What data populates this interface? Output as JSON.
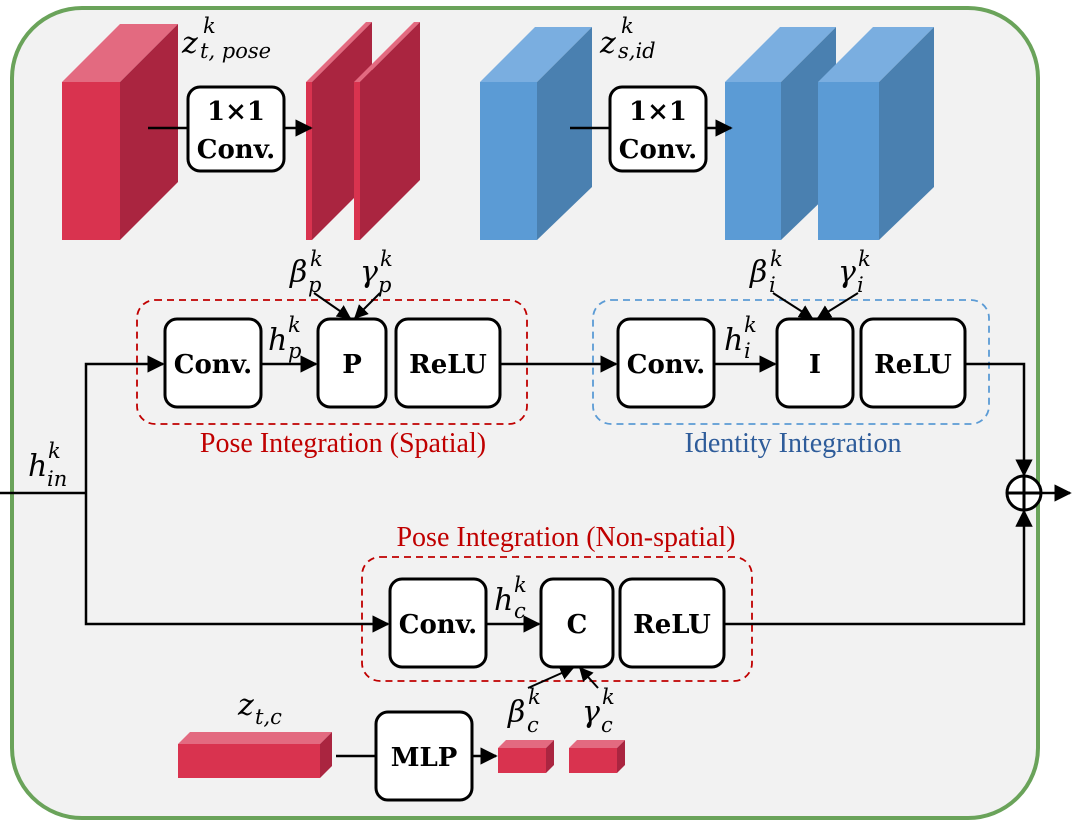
{
  "colors": {
    "outer_border": "#6aa35a",
    "panel_bg": "#f2f2f2",
    "pose_red": "#d9334f",
    "pose_red_dark": "#aa2540",
    "pose_red_light": "#e36a80",
    "identity_blue": "#5b9bd5",
    "identity_blue_dark": "#4a80b0",
    "identity_blue_light": "#7aaee0",
    "pose_group_text": "#c00000",
    "identity_group_text": "#2e5c9a"
  },
  "tensors": {
    "pose": {
      "symbol": "z",
      "sup": "k",
      "sub": "t, pose"
    },
    "identity": {
      "symbol": "z",
      "sup": "k",
      "sub": "s,id"
    },
    "class": {
      "symbol": "z",
      "sub": "t,c"
    }
  },
  "blocks": {
    "pose_1x1_conv": [
      "1×1",
      "Conv."
    ],
    "id_1x1_conv": [
      "1×1",
      "Conv."
    ],
    "pose_conv": "Conv.",
    "pose_p": "P",
    "pose_relu": "ReLU",
    "id_conv": "Conv.",
    "id_i": "I",
    "id_relu": "ReLU",
    "ns_conv": "Conv.",
    "ns_c": "C",
    "ns_relu": "ReLU",
    "mlp": "MLP"
  },
  "params": {
    "beta_p": {
      "symbol": "β",
      "sup": "k",
      "sub": "p"
    },
    "gamma_p": {
      "symbol": "γ",
      "sup": "k",
      "sub": "p"
    },
    "beta_i": {
      "symbol": "β",
      "sup": "k",
      "sub": "i"
    },
    "gamma_i": {
      "symbol": "γ",
      "sup": "k",
      "sub": "i"
    },
    "beta_c": {
      "symbol": "β",
      "sup": "k",
      "sub": "c"
    },
    "gamma_c": {
      "symbol": "γ",
      "sup": "k",
      "sub": "c"
    }
  },
  "features": {
    "h_in": {
      "symbol": "h",
      "sup": "k",
      "sub": "in"
    },
    "h_p": {
      "symbol": "h",
      "sup": "k",
      "sub": "p"
    },
    "h_i": {
      "symbol": "h",
      "sup": "k",
      "sub": "i"
    },
    "h_c": {
      "symbol": "h",
      "sup": "k",
      "sub": "c"
    }
  },
  "groups": {
    "pose_spatial": "Pose Integration (Spatial)",
    "identity": "Identity Integration",
    "pose_nonspatial": "Pose Integration (Non-spatial)"
  },
  "sum_symbol": "⊕"
}
